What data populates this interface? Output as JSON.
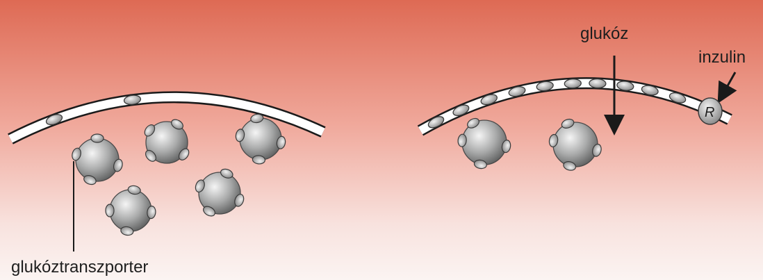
{
  "labels": {
    "glucose": "glukóz",
    "insulin": "inzulin",
    "transporter": "glukóztranszporter",
    "receptor": "R"
  },
  "colors": {
    "background_top": "#de6a54",
    "background_bottom": "#fbf4f2",
    "membrane_fill": "#ffffff",
    "membrane_outline": "#1a1a1a",
    "vesicle": "#8f9090",
    "transporter": "#b7b7b7",
    "receptor": "#c8c8c8"
  },
  "scenes": [
    {
      "name": "without-insulin",
      "membrane_transporters": 2,
      "vesicles": 5
    },
    {
      "name": "with-insulin",
      "membrane_transporters": 10,
      "vesicles": 2
    }
  ]
}
